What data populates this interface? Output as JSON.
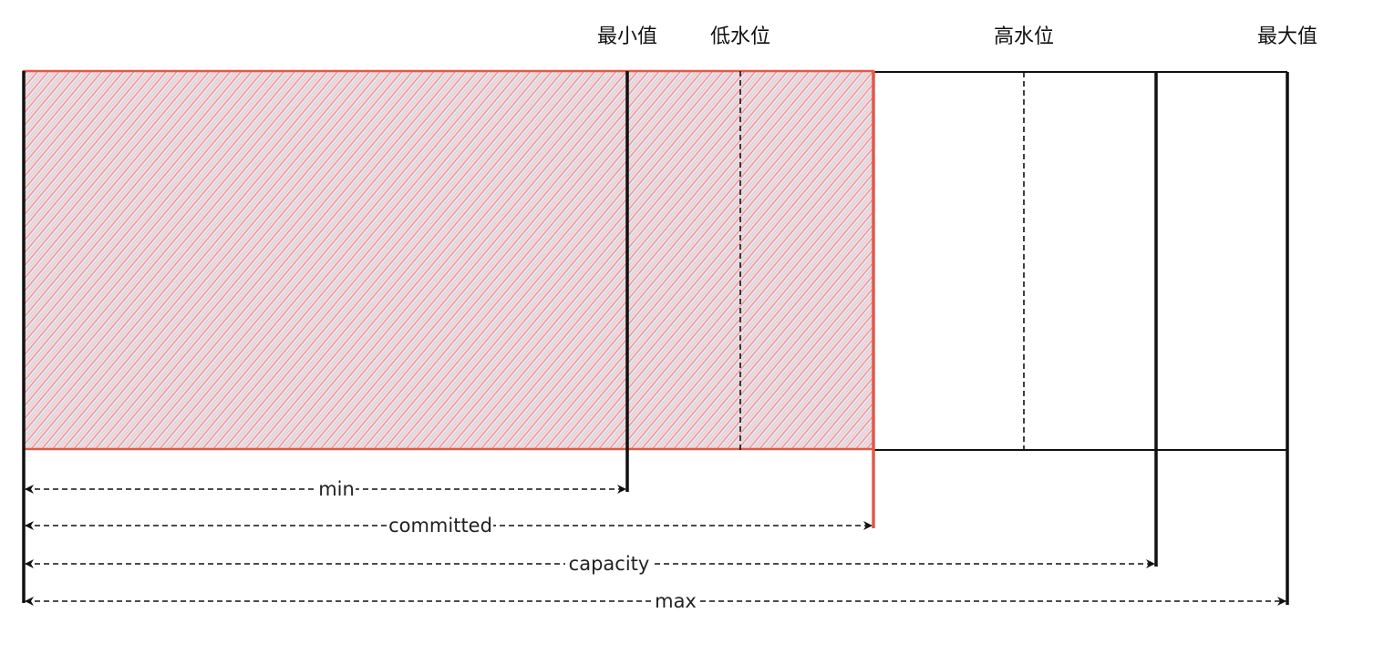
{
  "top_labels": {
    "min_value": "最小值",
    "low_watermark": "低水位",
    "high_watermark": "高水位",
    "max_value": "最大值"
  },
  "dimensions": {
    "min": "min",
    "committed": "committed",
    "capacity": "capacity",
    "max": "max"
  },
  "colors": {
    "committed_fill": "#f4c6c6",
    "committed_hatch": "#f08a8a",
    "committed_hatch_alt": "#c8d0e0",
    "committed_border": "#e05a4a",
    "line": "#111111"
  }
}
